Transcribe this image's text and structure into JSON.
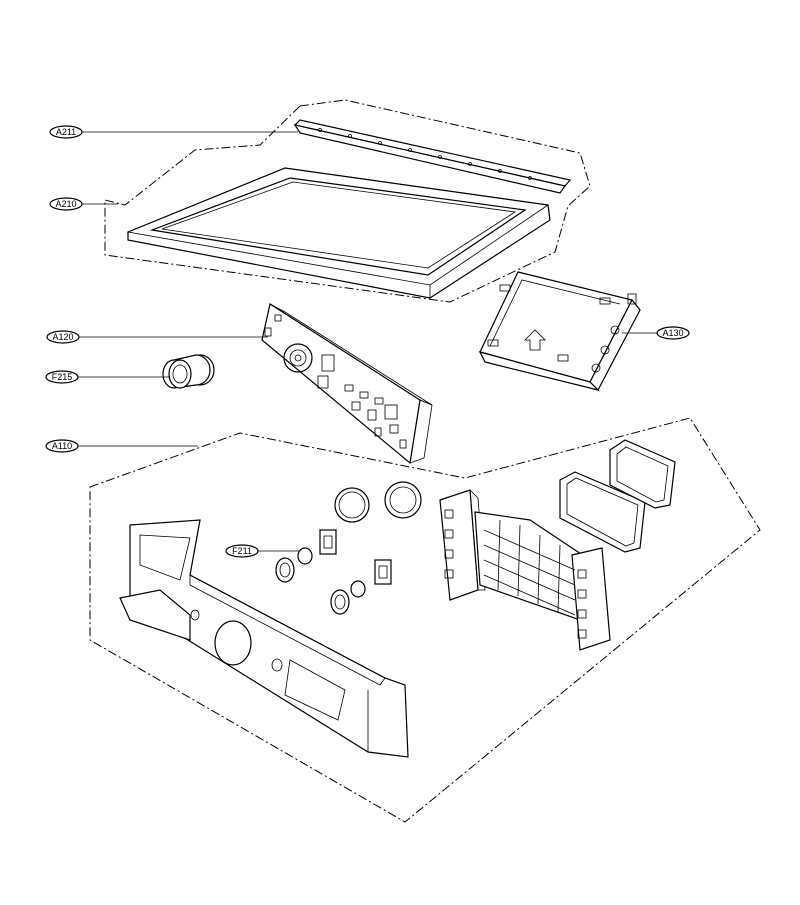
{
  "callouts": {
    "a211": "A211",
    "a210": "A210",
    "a120": "A120",
    "f215": "F215",
    "a110": "A110",
    "a130": "A130",
    "f211": "F211"
  }
}
